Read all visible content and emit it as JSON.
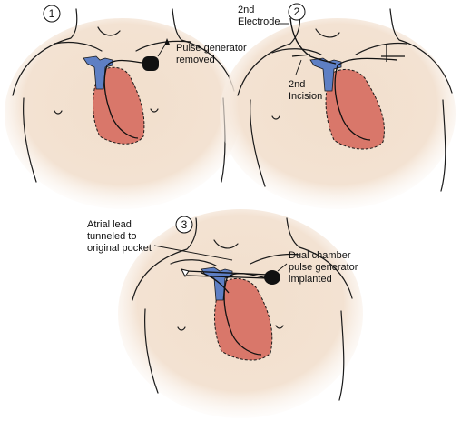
{
  "panels": [
    {
      "number": "1",
      "labels": {
        "generator": "Pulse generator\nremoved"
      }
    },
    {
      "number": "2",
      "labels": {
        "electrode": "2nd\nElectrode",
        "incision": "2nd\nIncision"
      }
    },
    {
      "number": "3",
      "labels": {
        "atrial_lead": "Atrial lead\ntunneled to\noriginal pocket",
        "dual": "Dual chamber\npulse generator\nimplanted"
      }
    }
  ],
  "colors": {
    "skin": "#f0dcc8",
    "heart": "#d9776a",
    "vessel": "#5e7fc4",
    "line": "#1a1a1a"
  }
}
